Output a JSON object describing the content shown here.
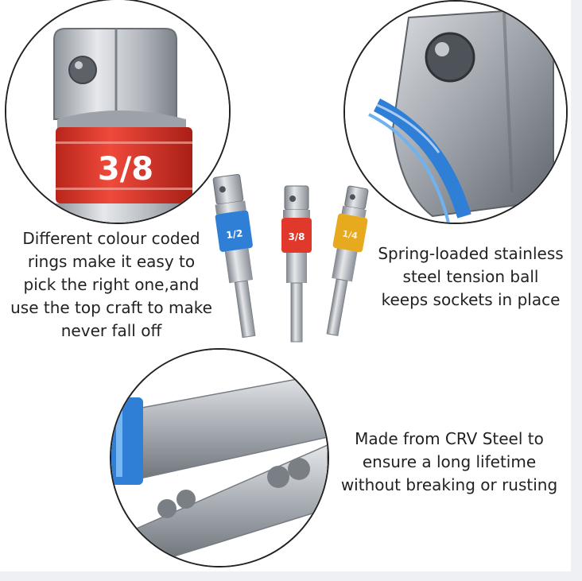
{
  "captions": {
    "left": [
      "Different colour coded",
      "rings make it easy to",
      "pick the right one,and",
      "use the top craft to make",
      "never fall off"
    ],
    "right": [
      "Spring-loaded stainless",
      "steel tension ball",
      "keeps sockets in place"
    ],
    "bottom": [
      "Made from CRV Steel to",
      "ensure a long lifetime",
      "without breaking or rusting"
    ]
  },
  "size_labels": {
    "zoom_red": "3/8",
    "blue": "1/2",
    "red": "3/8",
    "yellow": "1/4"
  },
  "colors": {
    "ring_red": "#e0382a",
    "ring_blue": "#2f7fd6",
    "ring_yellow": "#e7a91d",
    "steel_light": "#dcdfe3",
    "steel_mid": "#a9aeb5",
    "steel_dark": "#6e737b"
  },
  "icons": {
    "zoom_left": "socket-adapter-red-ring-icon",
    "zoom_right": "socket-adapter-blue-ring-icon",
    "zoom_bottom": "hex-shank-icon",
    "center": "three-socket-adapters-icon"
  }
}
